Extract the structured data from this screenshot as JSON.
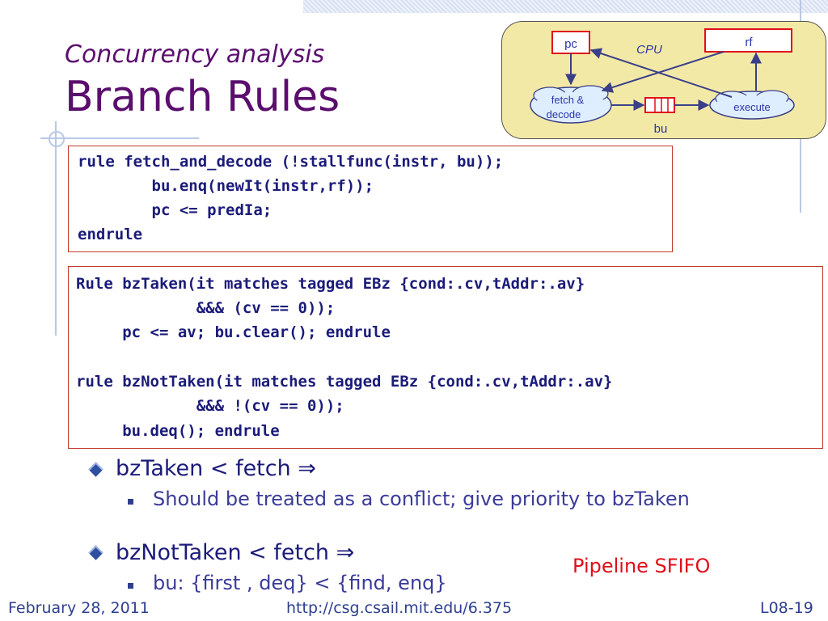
{
  "title": {
    "subtitle": "Concurrency analysis",
    "main": "Branch Rules"
  },
  "diagram": {
    "label_cpu": "CPU",
    "label_pc": "pc",
    "label_rf": "rf",
    "label_fetch_line1": "fetch &",
    "label_fetch_line2": "decode",
    "label_execute": "execute",
    "label_bu": "bu"
  },
  "code1": [
    "rule fetch_and_decode (!stallfunc(instr, bu));",
    "        bu.enq(newIt(instr,rf));",
    "        pc <= predIa;",
    "endrule"
  ],
  "code2": [
    "Rule bzTaken(it matches tagged EBz {cond:.cv,tAddr:.av}",
    "             &&& (cv == 0));",
    "     pc <= av; bu.clear(); endrule",
    "",
    "rule bzNotTaken(it matches tagged EBz {cond:.cv,tAddr:.av}",
    "             &&& !(cv == 0));",
    "     bu.deq(); endrule"
  ],
  "bullets": [
    {
      "text": "bzTaken < fetch ⇒",
      "sub": "Should be treated as a conflict; give priority to bzTaken"
    },
    {
      "text": "bzNotTaken < fetch ⇒",
      "sub": "bu: {first , deq} < {find, enq}"
    }
  ],
  "note": "Pipeline SFIFO",
  "footer": {
    "date": "February 28, 2011",
    "url": "http://csg.csail.mit.edu/6.375",
    "page": "L08-19"
  },
  "colors": {
    "title": "#5b0e6e",
    "code": "#1b1b7a",
    "box_border": "#c0392b",
    "note": "#e0101a",
    "cpu_fill": "#f3e9a6"
  }
}
